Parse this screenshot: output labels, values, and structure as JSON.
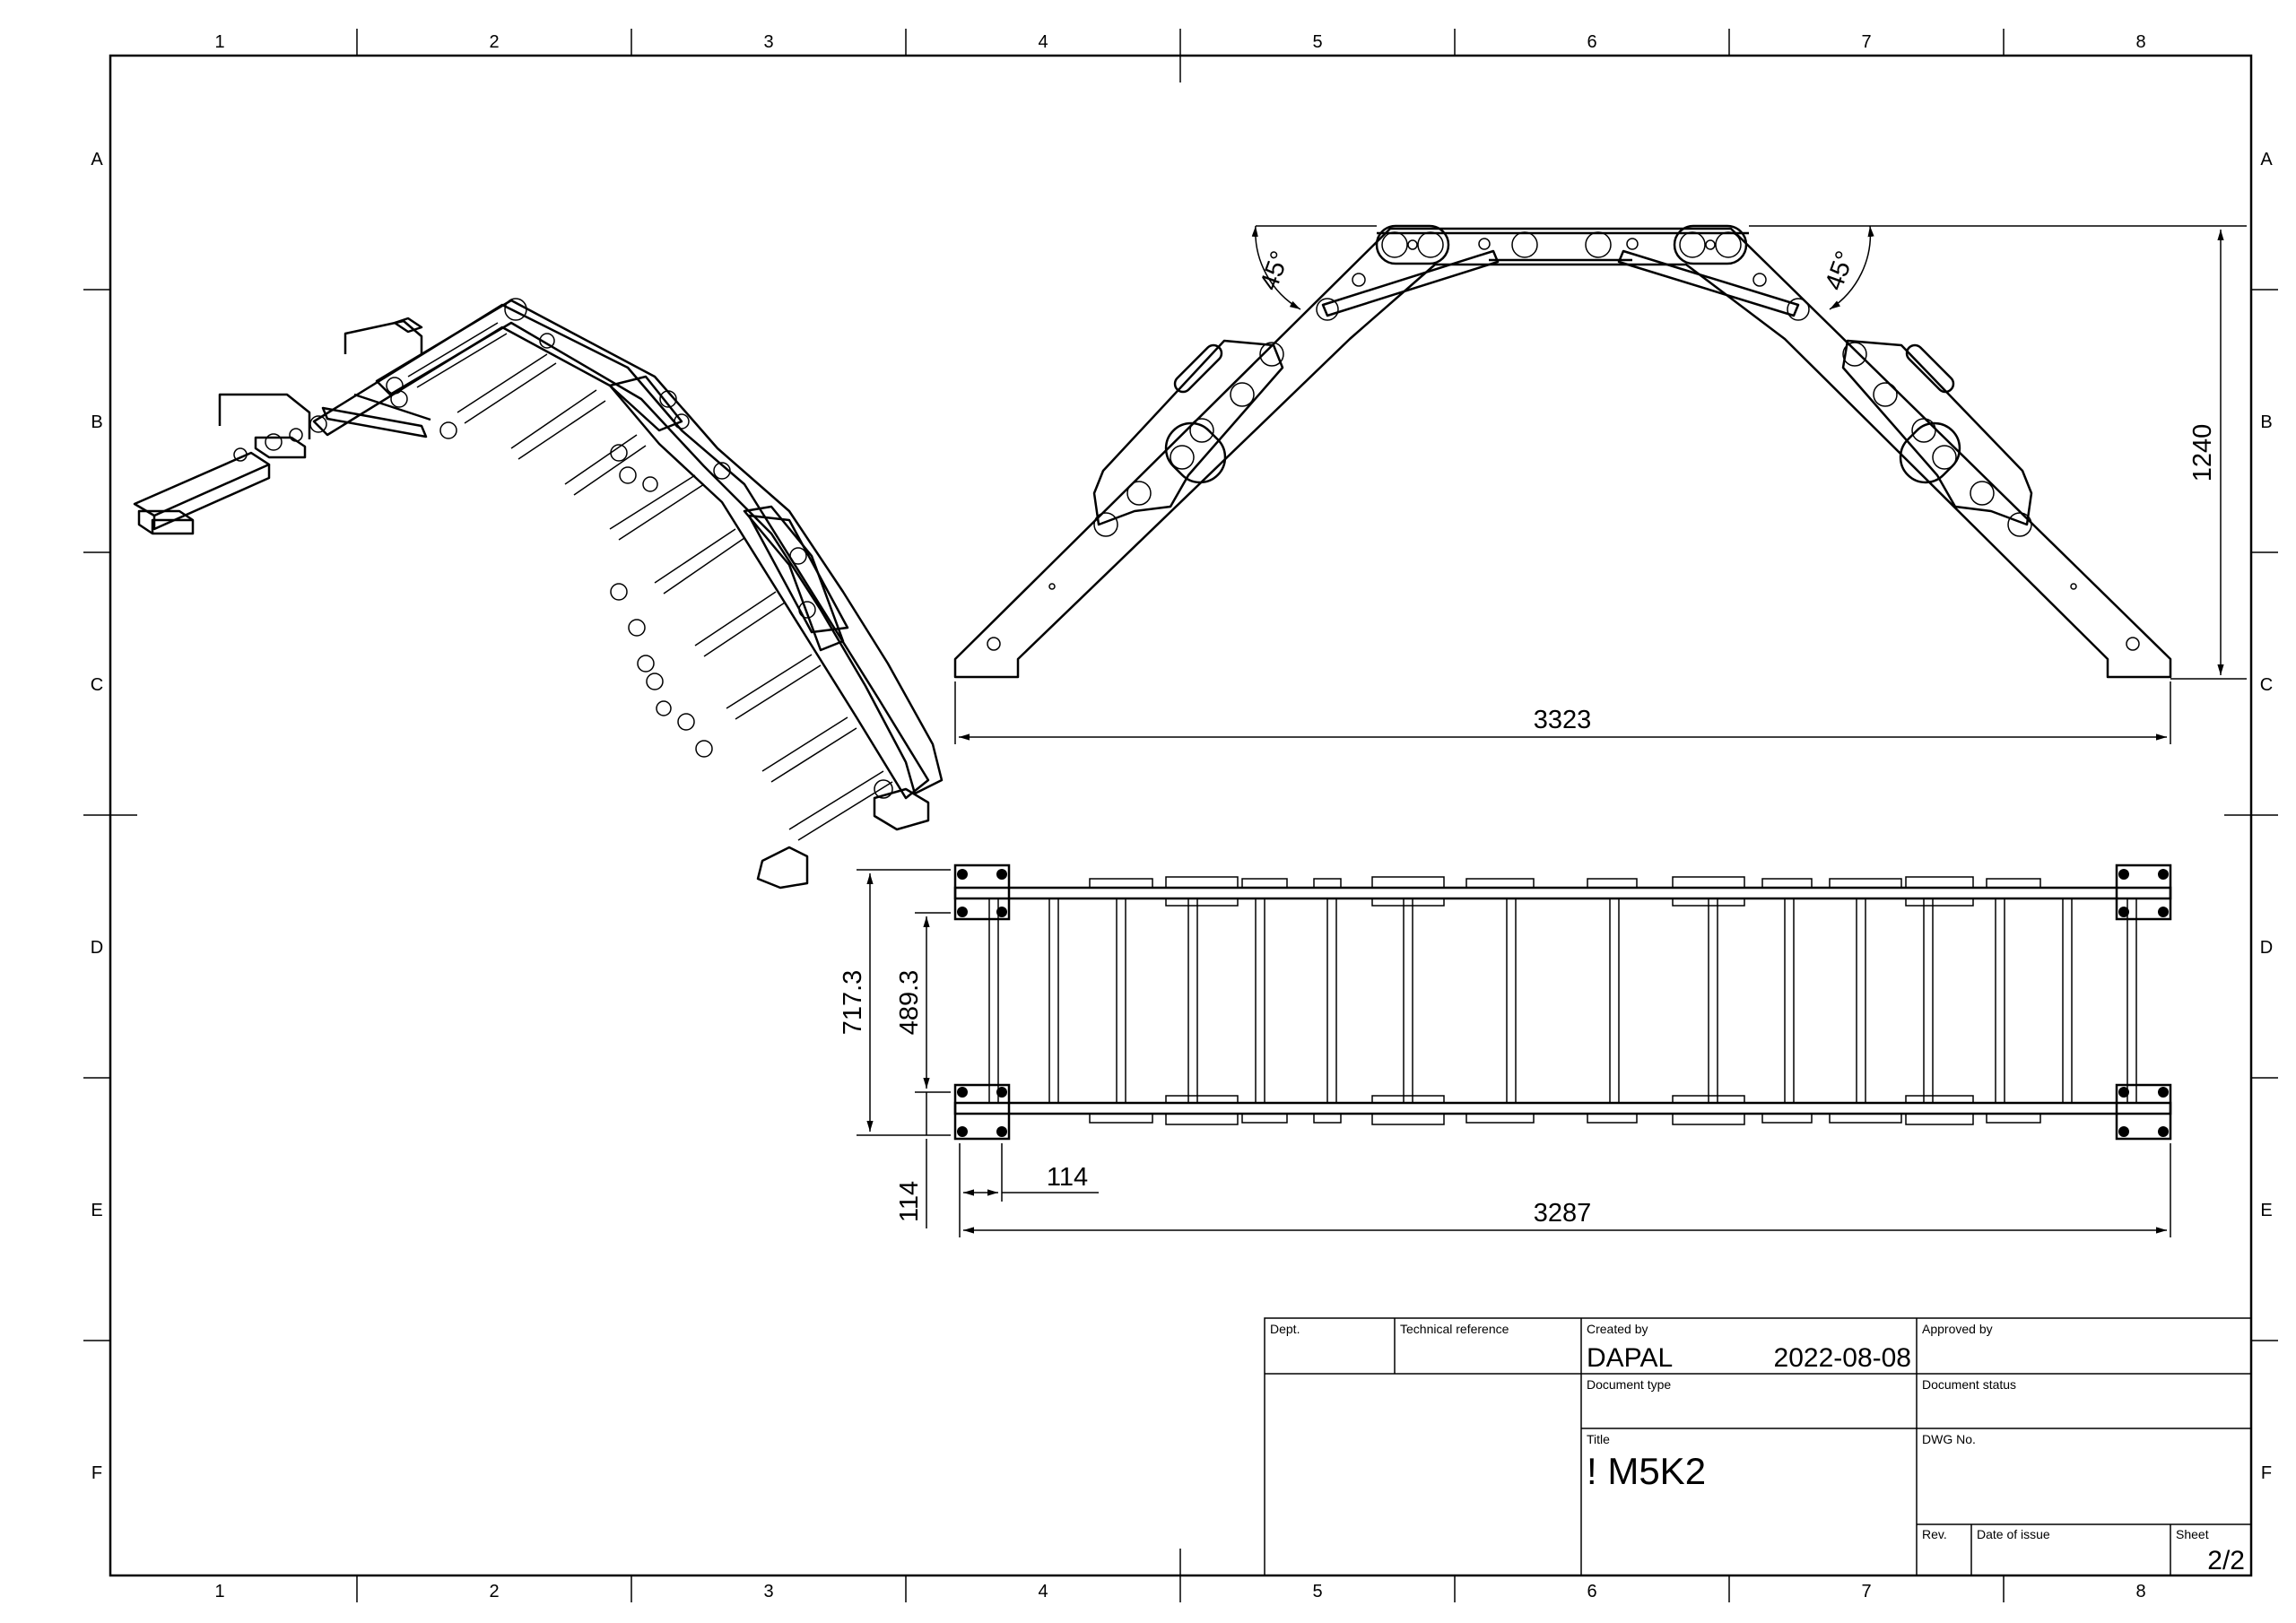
{
  "zones": {
    "columns": [
      "1",
      "2",
      "3",
      "4",
      "5",
      "6",
      "7",
      "8"
    ],
    "rows": [
      "A",
      "B",
      "C",
      "D",
      "E",
      "F"
    ]
  },
  "title_block": {
    "dept_label": "Dept.",
    "tech_ref_label": "Technical reference",
    "created_by_label": "Created by",
    "created_by": "DAPAL",
    "created_date": "2022-08-08",
    "approved_by_label": "Approved by",
    "doc_type_label": "Document type",
    "doc_status_label": "Document status",
    "title_label": "Title",
    "title": "! M5K2",
    "dwg_no_label": "DWG No.",
    "rev_label": "Rev.",
    "date_issue_label": "Date of issue",
    "sheet_label": "Sheet",
    "sheet": "2/2"
  },
  "dimensions": {
    "angle_left": "45°",
    "angle_right": "45°",
    "height": "1240",
    "span": "3323",
    "width_outer": "717.3",
    "width_inner": "489.3",
    "offset_vertical": "114",
    "offset_horizontal": "114",
    "length": "3287"
  }
}
